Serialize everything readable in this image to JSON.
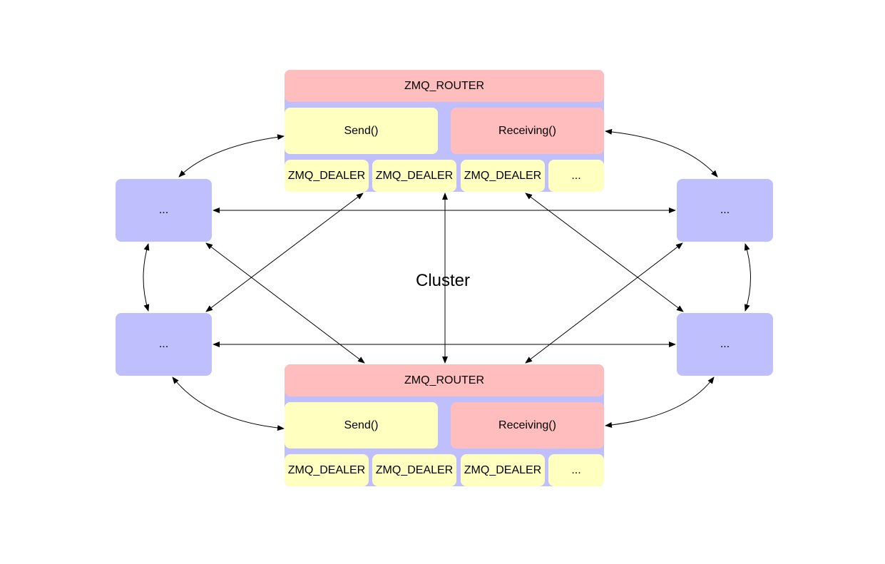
{
  "cluster_label": "Cluster",
  "node_label": "...",
  "instances": [
    {
      "router_label": "ZMQ_ROUTER",
      "send_label": "Send()",
      "receiving_label": "Receiving()",
      "dealers": [
        "ZMQ_DEALER",
        "ZMQ_DEALER",
        "ZMQ_DEALER",
        "..."
      ]
    },
    {
      "router_label": "ZMQ_ROUTER",
      "send_label": "Send()",
      "receiving_label": "Receiving()",
      "dealers": [
        "ZMQ_DEALER",
        "ZMQ_DEALER",
        "ZMQ_DEALER",
        "..."
      ]
    }
  ],
  "colors": {
    "node_fill": "#bfbffe",
    "router_fill": "#ffbdbd",
    "send_fill": "#ffffc0",
    "receiving_fill": "#ffbdbd",
    "dealer_fill": "#ffffc0",
    "link_stroke": "#000000"
  }
}
